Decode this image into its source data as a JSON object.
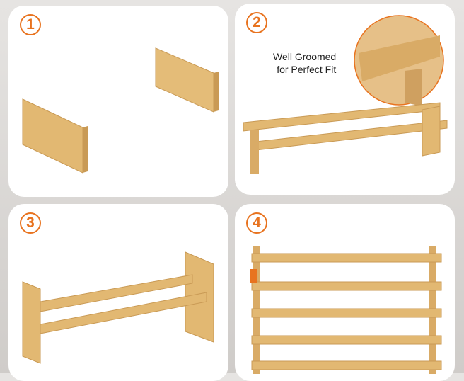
{
  "steps": [
    {
      "number": "1"
    },
    {
      "number": "2",
      "caption_line1": "Well Groomed",
      "caption_line2": "for Perfect Fit"
    },
    {
      "number": "3"
    },
    {
      "number": "4"
    }
  ],
  "colors": {
    "accent": "#e8731f",
    "wood": "#e2b872",
    "wood_dark": "#c99a55"
  }
}
